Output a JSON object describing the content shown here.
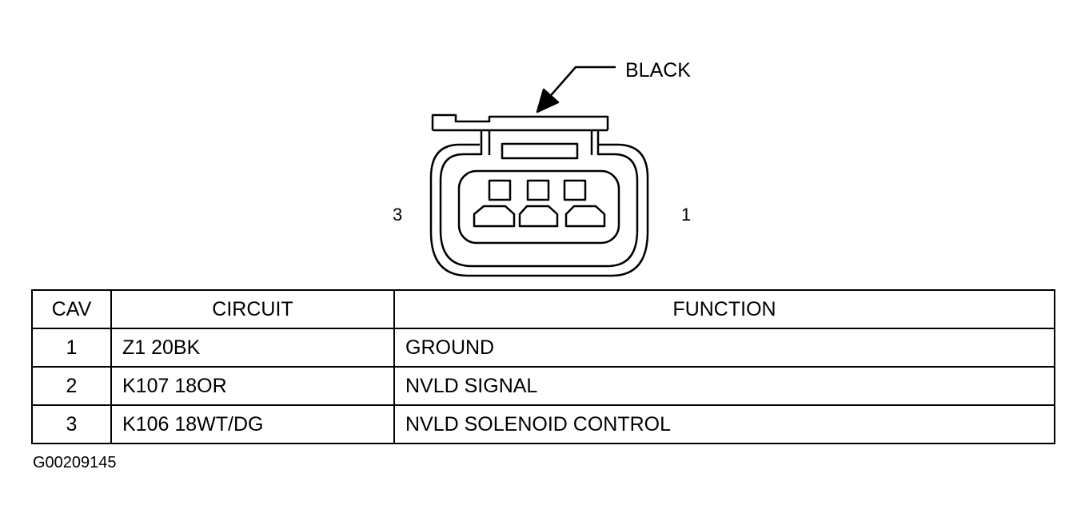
{
  "connector": {
    "color_label": "BLACK",
    "pin_left_label": "3",
    "pin_right_label": "1"
  },
  "table": {
    "headers": {
      "cav": "CAV",
      "circuit": "CIRCUIT",
      "function": "FUNCTION"
    },
    "rows": [
      {
        "cav": "1",
        "circuit": "Z1 20BK",
        "function": "GROUND"
      },
      {
        "cav": "2",
        "circuit": "K107 18OR",
        "function": "NVLD SIGNAL"
      },
      {
        "cav": "3",
        "circuit": "K106 18WT/DG",
        "function": "NVLD SOLENOID CONTROL"
      }
    ]
  },
  "figure_id": "G00209145"
}
